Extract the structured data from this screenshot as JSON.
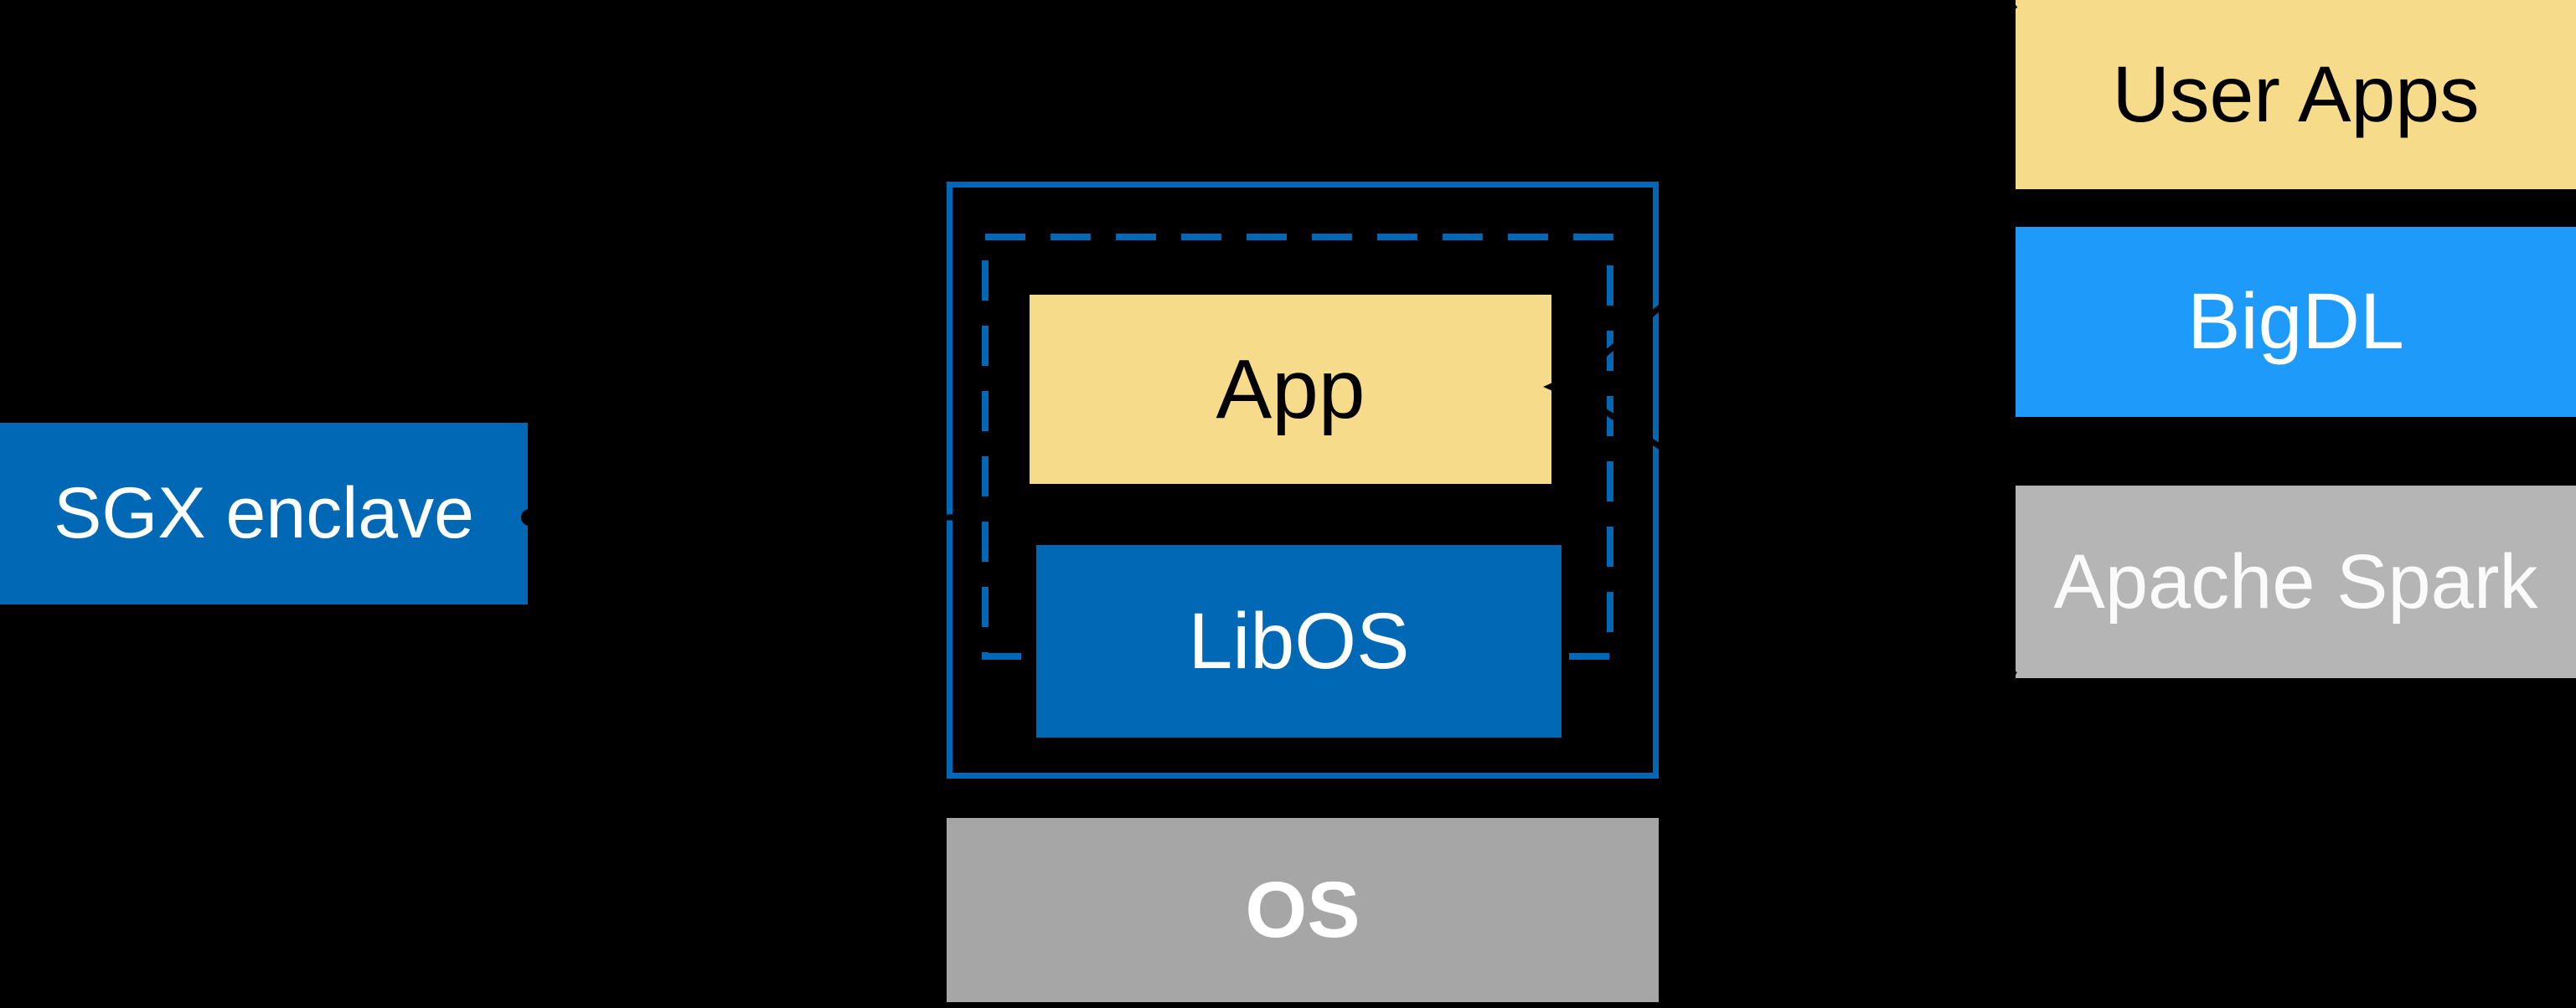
{
  "diagram": {
    "description": "Library-OS-in-SGX-enclave architecture diagram on black background",
    "background": "#000000"
  },
  "colors": {
    "intel_blue": "#0068B5",
    "bright_blue": "#1E9AFA",
    "yellow": "#F6DB8A",
    "gray_os": "#A6A6A6",
    "gray_spark": "#B5B5B5",
    "connector_black": "#000000",
    "label_white": "#FFFFFF",
    "label_black": "#000000"
  },
  "boxes": {
    "sgx_enclave": {
      "label": "SGX enclave"
    },
    "app": {
      "label": "App"
    },
    "libos": {
      "label": "LibOS"
    },
    "os": {
      "label": "OS"
    },
    "user_apps": {
      "label": "User Apps"
    },
    "bigdl": {
      "label": "BigDL"
    },
    "apache_spark": {
      "label": "Apache Spark"
    }
  },
  "connectors": {
    "sgx_label_to_enclave": "black dotted pointer from SGX enclave label to dashed enclave boundary",
    "stack_to_app": "black funnel lines from User Apps / Apache Spark stack converging into App box arrowhead"
  }
}
